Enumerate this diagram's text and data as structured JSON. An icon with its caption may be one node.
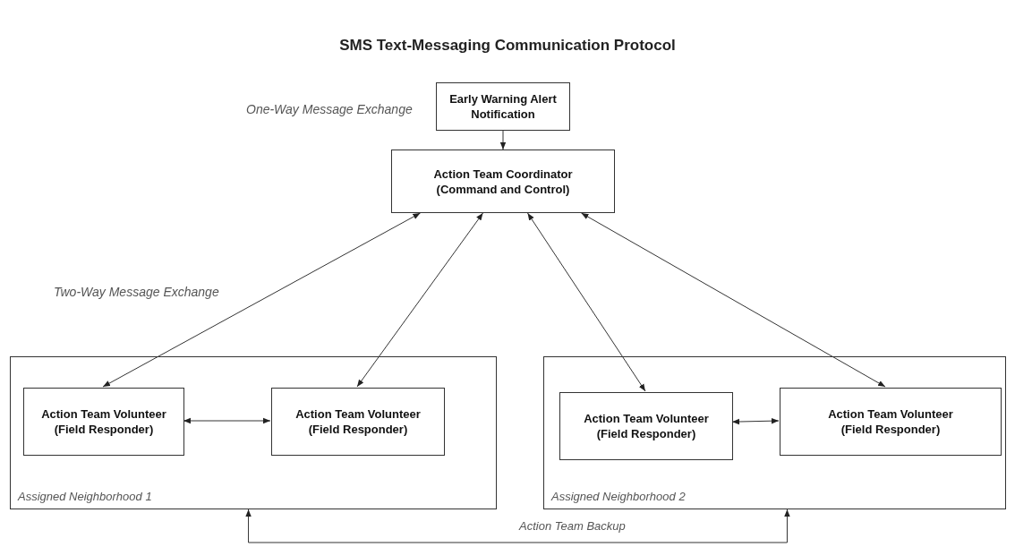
{
  "diagram": {
    "title": "SMS Text-Messaging Communication Protocol",
    "nodes": [
      {
        "text": [
          "Early Warning Alert Notification"
        ]
      },
      {
        "text": [
          "Action Team Coordinator (Command and Control)"
        ]
      },
      {
        "text": [
          "Assigned Neighborhood 1"
        ]
      },
      {
        "text": [
          "Action Team Volunteer (Field Responder)"
        ],
        "in": 2
      },
      {
        "text": [
          "Action Team Volunteer (Field Responder)"
        ],
        "in": 2
      },
      {
        "text": [
          "Assigned Neighborhood 2"
        ]
      },
      {
        "text": [
          "Action Team Volunteer (Field Responder)"
        ],
        "in": 5
      },
      {
        "text": [
          "Action Team Volunteer (Field Responder)"
        ],
        "in": 5
      }
    ],
    "edges": [
      {
        "from": 0,
        "to": 1,
        "arrow": "to"
      },
      {
        "from": 1,
        "to": 3,
        "arrow": "both"
      },
      {
        "from": 1,
        "to": 4,
        "arrow": "both"
      },
      {
        "from": 1,
        "to": 6,
        "arrow": "both"
      },
      {
        "from": 1,
        "to": 7,
        "arrow": "both"
      },
      {
        "from": 3,
        "to": 4,
        "arrow": "both"
      },
      {
        "from": 6,
        "to": 7,
        "arrow": "both"
      },
      {
        "from": 2,
        "to": 5,
        "arrow": "both",
        "label": "Action Team Backup"
      }
    ],
    "labels": [
      "One-Way Message Exchange",
      "Two-Way Message Exchange"
    ]
  }
}
